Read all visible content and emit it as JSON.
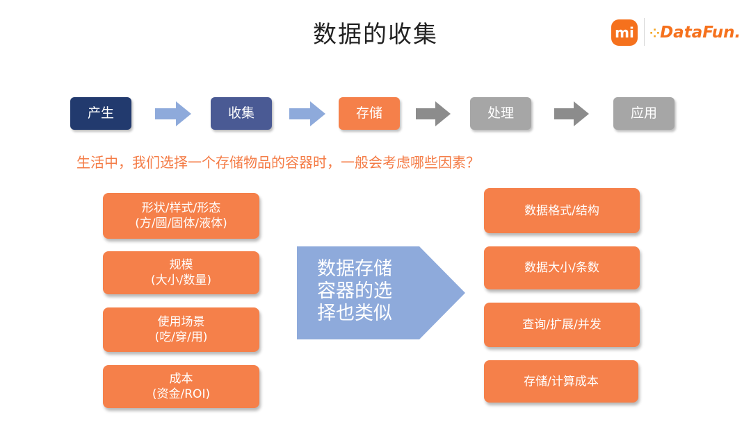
{
  "title": "数据的收集",
  "logos": {
    "mi": "mi",
    "datafun": "DataFun."
  },
  "flow": {
    "steps": [
      {
        "label": "产生",
        "color": "#223a6e"
      },
      {
        "label": "收集",
        "color": "#4a5a94"
      },
      {
        "label": "存储",
        "color": "#f5804a"
      },
      {
        "label": "处理",
        "color": "#a6a6a6"
      },
      {
        "label": "应用",
        "color": "#a6a6a6"
      }
    ]
  },
  "question": "生活中，我们选择一个存储物品的容器时，一般会考虑哪些因素？",
  "left_factors": [
    {
      "line1": "形状/样式/形态",
      "line2": "(方/圆/固体/液体)"
    },
    {
      "line1": "规模",
      "line2": "(大小/数量)"
    },
    {
      "line1": "使用场景",
      "line2": "(吃/穿/用)"
    },
    {
      "line1": "成本",
      "line2": "(资金/ROI)"
    }
  ],
  "center": {
    "lines": [
      "数据存储",
      "容器的选",
      "择也类似"
    ]
  },
  "right_factors": [
    {
      "label": "数据格式/结构"
    },
    {
      "label": "数据大小/条数"
    },
    {
      "label": "查询/扩展/并发"
    },
    {
      "label": "存储/计算成本"
    }
  ],
  "colors": {
    "accent": "#f5804a",
    "center_shape": "#8eaadb",
    "arrow_blue": "#8eaadb",
    "arrow_gray": "#8c8c8c"
  }
}
